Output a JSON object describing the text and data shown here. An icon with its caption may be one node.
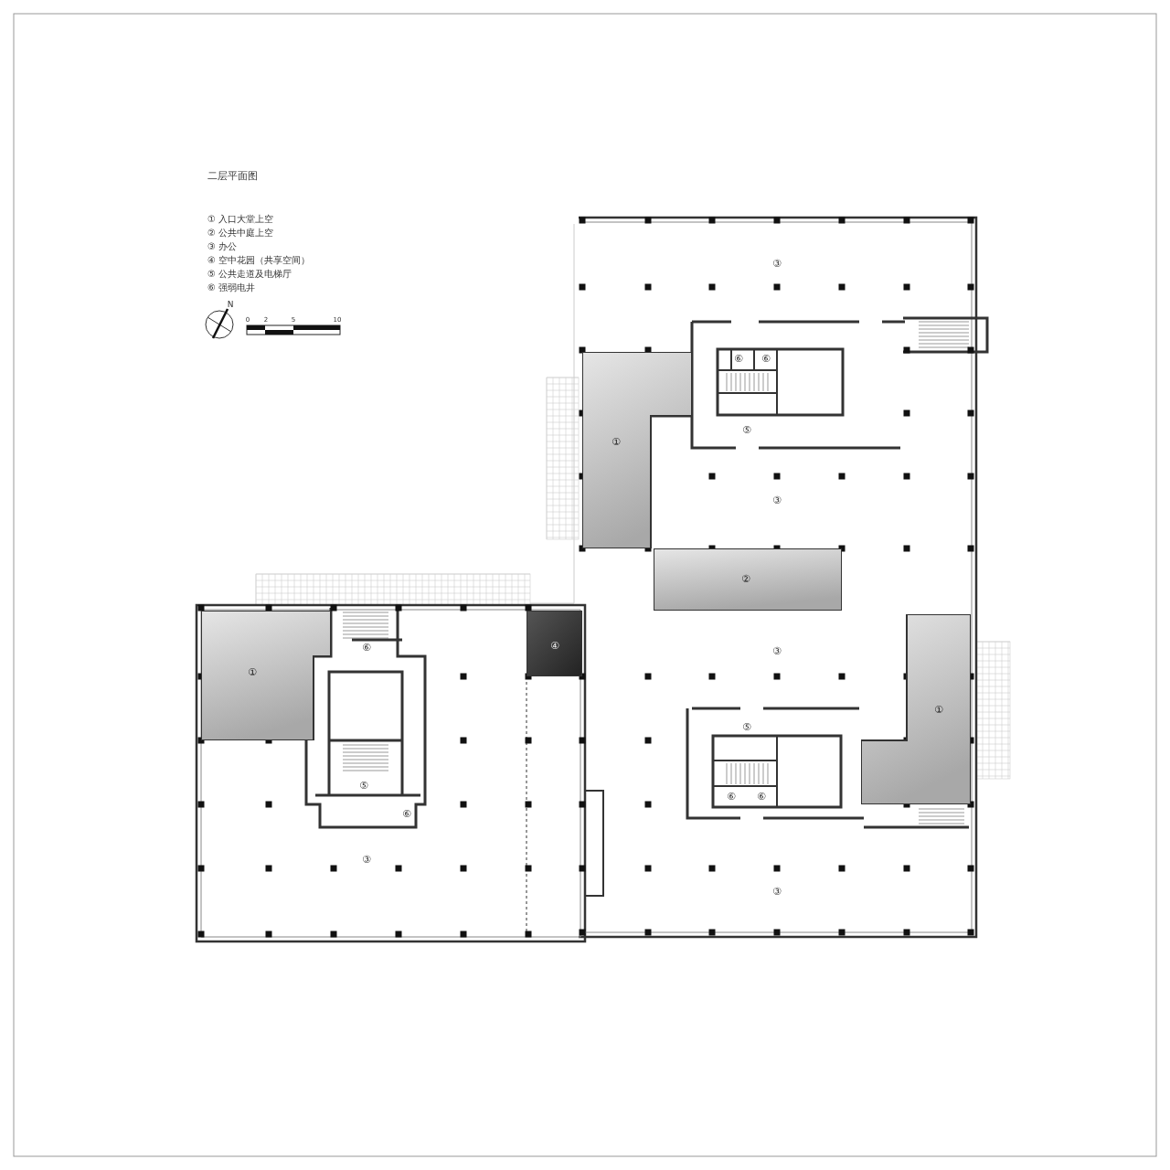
{
  "diagram": {
    "title": "二层平面图",
    "nodes": [
      {
        "text": [
          "①"
        ]
      },
      {
        "text": [
          "②"
        ]
      },
      {
        "text": [
          "④"
        ]
      },
      {
        "text": [
          "①"
        ]
      },
      {
        "text": [
          "①"
        ]
      }
    ],
    "labels": [
      "① 入口大堂上空",
      "② 公共中庭上空",
      "③ 办公",
      "④ 空中花园（共享空间）",
      "⑤ 公共走道及电梯厅",
      "⑥ 强弱电井",
      "N",
      "0",
      "2",
      "5",
      "10",
      "③",
      "⑥",
      "⑥",
      "⑤",
      "③",
      "⑥",
      "③",
      "⑤",
      "⑤",
      "⑥",
      "⑥",
      "⑥",
      "③",
      "③"
    ]
  }
}
